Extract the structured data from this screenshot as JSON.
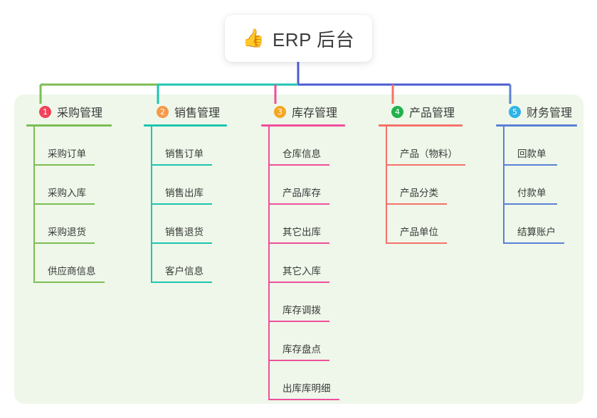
{
  "root": {
    "icon": "thumbs-up-icon",
    "icon_glyph": "👍",
    "title": "ERP 后台"
  },
  "panel": {
    "background": "#eef7e9"
  },
  "colors": {
    "green": "#7cbd54",
    "teal": "#1ec4b0",
    "pink": "#ef4e9d",
    "red": "#f4726b",
    "blue": "#5b80d6",
    "trunk_blue": "#4a5bd0",
    "badge_1": "#f0435a",
    "badge_2": "#f5994a",
    "badge_3": "#f5a623",
    "badge_4": "#22b14c",
    "badge_5": "#2eb3e8"
  },
  "columns": [
    {
      "number": "1",
      "title": "采购管理",
      "badge_color": "#f0435a",
      "line_color": "#7cbd54",
      "head_rule_width": 120,
      "items": [
        {
          "label": "采购订单",
          "rule_width": 86
        },
        {
          "label": "采购入库",
          "rule_width": 86
        },
        {
          "label": "采购退货",
          "rule_width": 86
        },
        {
          "label": "供应商信息",
          "rule_width": 100
        }
      ]
    },
    {
      "number": "2",
      "title": "销售管理",
      "badge_color": "#f5994a",
      "line_color": "#1ec4b0",
      "head_rule_width": 117,
      "items": [
        {
          "label": "销售订单",
          "rule_width": 86
        },
        {
          "label": "销售出库",
          "rule_width": 86
        },
        {
          "label": "销售退货",
          "rule_width": 86
        },
        {
          "label": "客户信息",
          "rule_width": 86
        }
      ]
    },
    {
      "number": "3",
      "title": "库存管理",
      "badge_color": "#f5a623",
      "line_color": "#ef4e9d",
      "head_rule_width": 118,
      "items": [
        {
          "label": "仓库信息",
          "rule_width": 86
        },
        {
          "label": "产品库存",
          "rule_width": 86
        },
        {
          "label": "其它出库",
          "rule_width": 86
        },
        {
          "label": "其它入库",
          "rule_width": 86
        },
        {
          "label": "库存调拨",
          "rule_width": 86
        },
        {
          "label": "库存盘点",
          "rule_width": 86
        },
        {
          "label": "出库库明细",
          "rule_width": 100
        }
      ]
    },
    {
      "number": "4",
      "title": "产品管理",
      "badge_color": "#22b14c",
      "line_color": "#f4726b",
      "head_rule_width": 118,
      "items": [
        {
          "label": "产品（物料）",
          "rule_width": 112
        },
        {
          "label": "产品分类",
          "rule_width": 86
        },
        {
          "label": "产品单位",
          "rule_width": 86
        }
      ]
    },
    {
      "number": "5",
      "title": "财务管理",
      "badge_color": "#2eb3e8",
      "line_color": "#5b80d6",
      "head_rule_width": 114,
      "items": [
        {
          "label": "回款单",
          "rule_width": 76
        },
        {
          "label": "付款单",
          "rule_width": 76
        },
        {
          "label": "结算账户",
          "rule_width": 86
        }
      ]
    }
  ]
}
